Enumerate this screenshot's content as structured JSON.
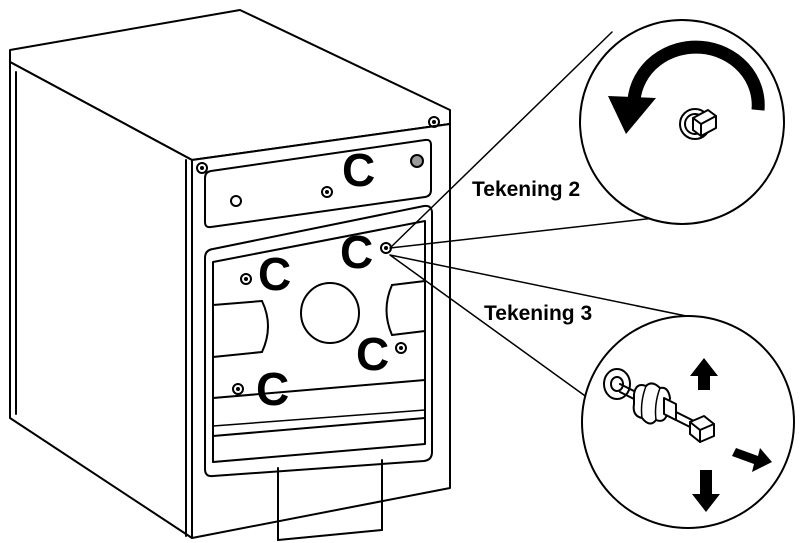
{
  "labels": {
    "screw_marker": "C",
    "drawing_2": "Tekening 2",
    "drawing_3": "Tekening 3"
  },
  "colors": {
    "stroke": "#000000",
    "fill": "#ffffff",
    "shade": "#9a9a9a"
  }
}
